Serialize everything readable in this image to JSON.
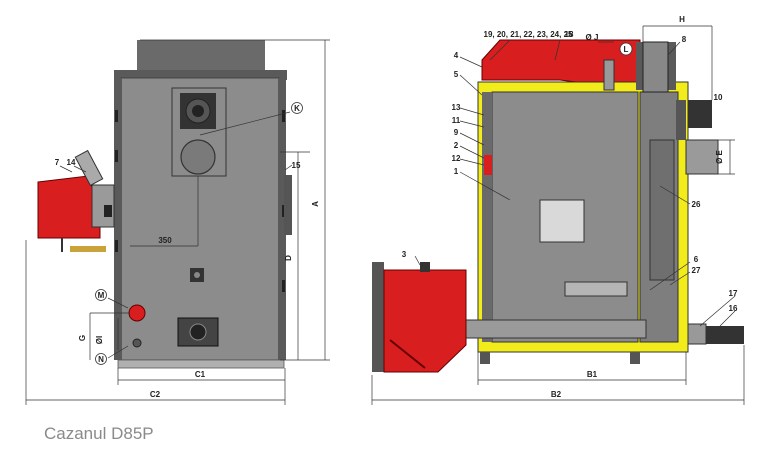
{
  "caption": "Cazanul D85P",
  "front_view": {
    "callouts": [
      "K",
      "7",
      "14",
      "15",
      "M",
      "N"
    ],
    "dimensions": {
      "A": "A",
      "D": "D",
      "G": "G",
      "phi_i": "ØI",
      "c1": "C1",
      "c2": "C2",
      "offset": "350"
    }
  },
  "side_view": {
    "callouts": [
      "19, 20, 21, 22, 23, 24, 25",
      "18",
      "4",
      "5",
      "13",
      "11",
      "9",
      "2",
      "12",
      "1",
      "3",
      "8",
      "10",
      "26",
      "6",
      "27",
      "17",
      "16"
    ],
    "dimensions": {
      "h": "H",
      "phi_j": "Ø J",
      "l": "L",
      "phi_e": "Ø E",
      "b1": "B1",
      "b2": "B2"
    }
  },
  "colors": {
    "boiler_gray": "#8c8c8c",
    "dark_gray": "#6a6a6a",
    "burner_red": "#d81e1e",
    "insulation_yellow": "#f2ec1a"
  }
}
